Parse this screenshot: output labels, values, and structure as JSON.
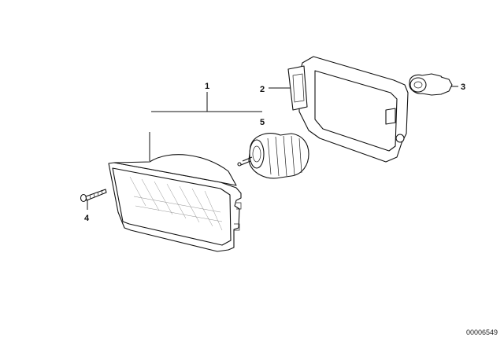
{
  "diagram": {
    "callouts": [
      {
        "id": "1",
        "text": "1"
      },
      {
        "id": "2",
        "text": "2"
      },
      {
        "id": "3",
        "text": "3"
      },
      {
        "id": "4",
        "text": "4"
      },
      {
        "id": "5",
        "text": "5"
      }
    ],
    "image_code": "00006549"
  }
}
